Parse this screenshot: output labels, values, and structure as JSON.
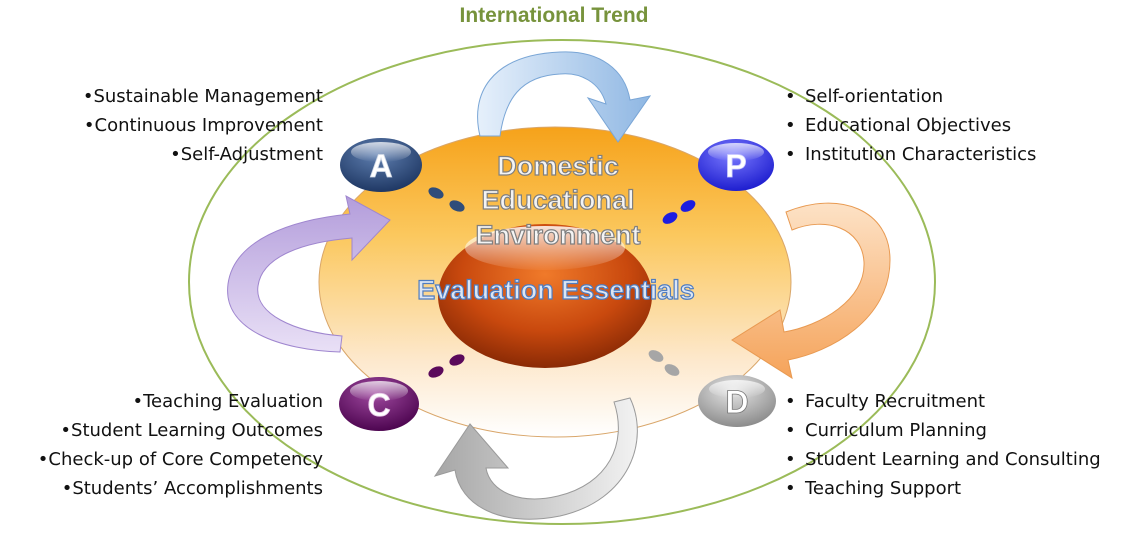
{
  "title": "International Trend",
  "center": {
    "domestic_line1": "Domestic",
    "domestic_line2": "Educational",
    "domestic_line3": "Environment",
    "core": "Evaluation Essentials"
  },
  "phases": {
    "a": {
      "letter": "A",
      "items": [
        "Sustainable Management",
        "Continuous Improvement",
        "Self-Adjustment"
      ]
    },
    "p": {
      "letter": "P",
      "items": [
        "Self-orientation",
        "Educational Objectives",
        "Institution Characteristics"
      ]
    },
    "c": {
      "letter": "C",
      "items": [
        "Teaching Evaluation",
        "Student Learning Outcomes",
        "Check-up of Core Competency",
        "Students’ Accomplishments"
      ]
    },
    "d": {
      "letter": "D",
      "items": [
        "Faculty Recruitment",
        "Curriculum Planning",
        "Student Learning and Consulting",
        "Teaching Support"
      ]
    }
  },
  "colors": {
    "title": "#77933c",
    "outer_ring": "#9bbb59",
    "a_badge": "#1f3864",
    "p_badge": "#2b2bd6",
    "c_badge": "#5b0a5b",
    "d_badge": "#9a9a9a",
    "arrow_top": "#9dc3e6",
    "arrow_right": "#f8b97a",
    "arrow_bottom": "#bfbfbf",
    "arrow_left": "#c9b6e6"
  },
  "icons": {
    "arrows": "curved-arrow-icon",
    "dots": "connector-dot-icon"
  }
}
